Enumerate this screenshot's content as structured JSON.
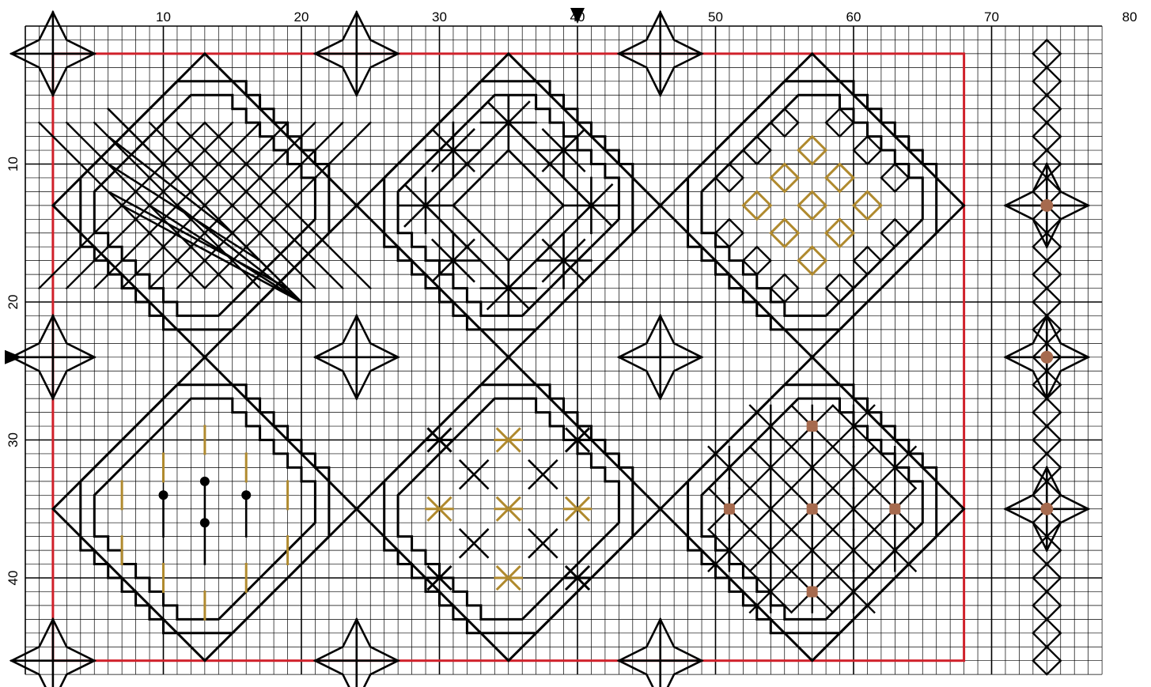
{
  "pattern": {
    "type": "blackwork cross-stitch chart",
    "grid": {
      "columns": 78,
      "rows": 47,
      "bold_every": 10
    },
    "x_labels": [
      "10",
      "20",
      "30",
      "40",
      "50",
      "60",
      "70",
      "80"
    ],
    "y_labels": [
      "10",
      "20",
      "30",
      "40"
    ],
    "center_markers": {
      "column": 40,
      "row": 24
    },
    "colors": {
      "stitch": "#000000",
      "border": "#d0202a",
      "gold": "#b08a2e",
      "bead": "#a66a4e",
      "grid_minor": "#000000",
      "grid_major": "#000000"
    },
    "motifs": [
      {
        "name": "diamond-lattice",
        "row": 1,
        "col": 1,
        "accent": "none"
      },
      {
        "name": "star-squares",
        "row": 1,
        "col": 2,
        "accent": "none"
      },
      {
        "name": "gold-diamonds",
        "row": 1,
        "col": 3,
        "accent": "gold"
      },
      {
        "name": "drop-flowers",
        "row": 2,
        "col": 1,
        "accent": "gold"
      },
      {
        "name": "gold-stars",
        "row": 2,
        "col": 2,
        "accent": "gold"
      },
      {
        "name": "star-mesh-beads",
        "row": 2,
        "col": 3,
        "accent": "bead"
      }
    ],
    "side_band": {
      "name": "flower-band",
      "accent": "bead"
    }
  }
}
